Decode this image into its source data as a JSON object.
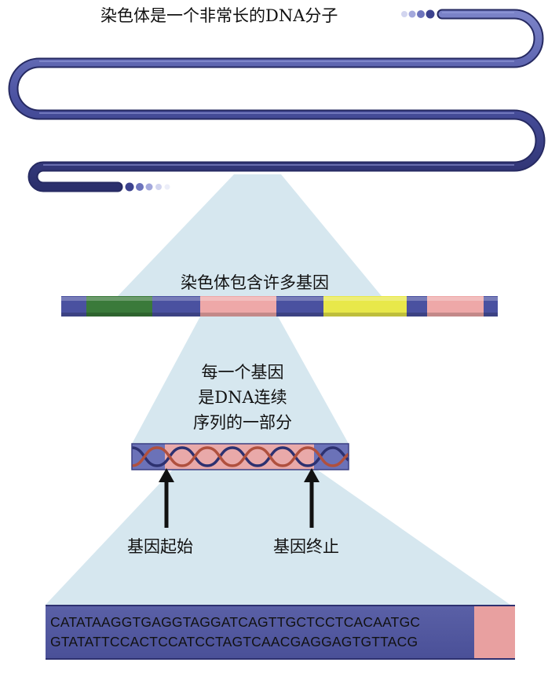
{
  "title": "染色体是一个非常长的DNA分子",
  "genes_label": "染色体包含许多基因",
  "gene_desc": [
    "每一个基因",
    "是DNA连续",
    "序列的一部分"
  ],
  "gene_start_label": "基因起始",
  "gene_end_label": "基因终止",
  "sequence": {
    "top": "CATATAAGGTGAGGTAGGATCAGTTGCTCCTCACAATGC",
    "bottom": "GTATATTCCACTCCATCCTAGTCAACGAGGAGTGTTACG"
  },
  "colors": {
    "chromosome": "#4a51a0",
    "background_bands": "#4a51a0",
    "gene_green": "#3a7a3a",
    "gene_pink": "#eea8a8",
    "gene_yellow": "#e8e84a",
    "zoom_region": "#cfe3ec"
  }
}
